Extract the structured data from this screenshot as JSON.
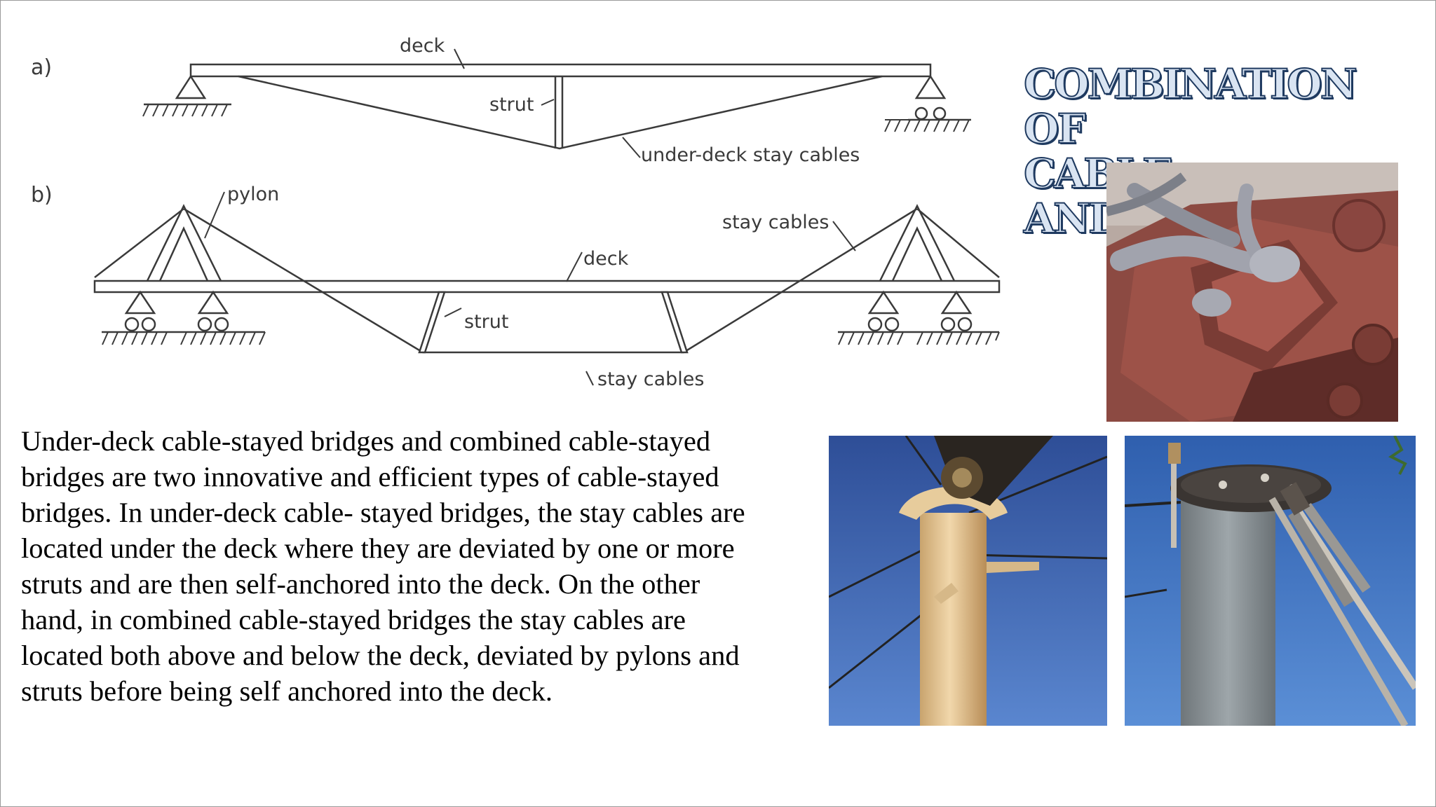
{
  "title": {
    "line1": "COMBINATION OF",
    "line2": "CABLE ANDSTRUTS"
  },
  "diagram_a": {
    "panel_label": "a)",
    "deck_label": "deck",
    "strut_label": "strut",
    "cables_label": "under-deck stay cables"
  },
  "diagram_b": {
    "panel_label": "b)",
    "pylon_label": "pylon",
    "deck_label": "deck",
    "upper_cables_label": "stay cables",
    "strut_label": "strut",
    "lower_cables_label": "stay cables"
  },
  "body_lines": [
    "Under-deck cable-stayed bridges and combined  cable-stayed",
    "bridges are two innovative and efficient  types of cable-stayed",
    "bridges. In under-deck cable-  stayed bridges, the stay cables are",
    "located under the  deck where they are deviated by one or more",
    "struts  and are then self-anchored into the deck. On the  other",
    "hand, in combined cable-stayed bridges the  stay cables are",
    "located both above and below the  deck, deviated by pylons and",
    "struts before being self  anchored into the deck."
  ],
  "photos": {
    "top_right": "steel strut connection plate with cable clevises",
    "bottom_left": "tan strut mast with cable fittings against blue sky",
    "bottom_right": "grey steel mast head with cable fittings against blue sky"
  },
  "colors": {
    "title_fill": "#d9e4f2",
    "title_outline": "#1f3a60",
    "diagram_line": "#3a3a3a",
    "sky": "#3a63b0"
  }
}
